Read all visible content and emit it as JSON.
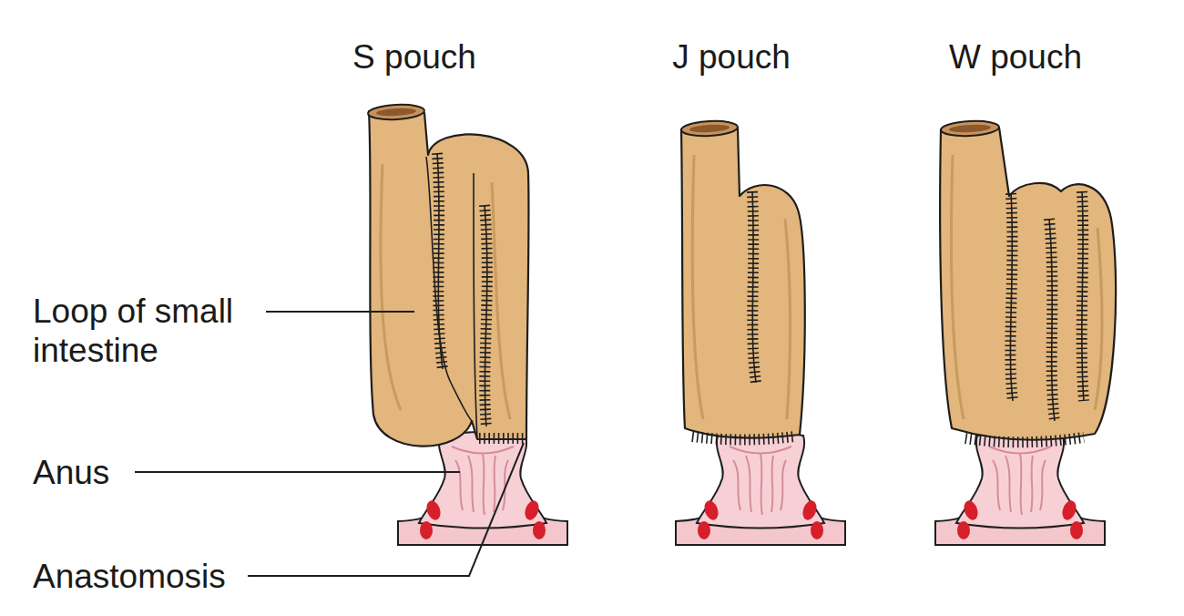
{
  "diagram": {
    "labels": [
      "S pouch",
      "J pouch",
      "W pouch",
      "Loop of small intestine",
      "Anus",
      "Anastomosis"
    ]
  }
}
